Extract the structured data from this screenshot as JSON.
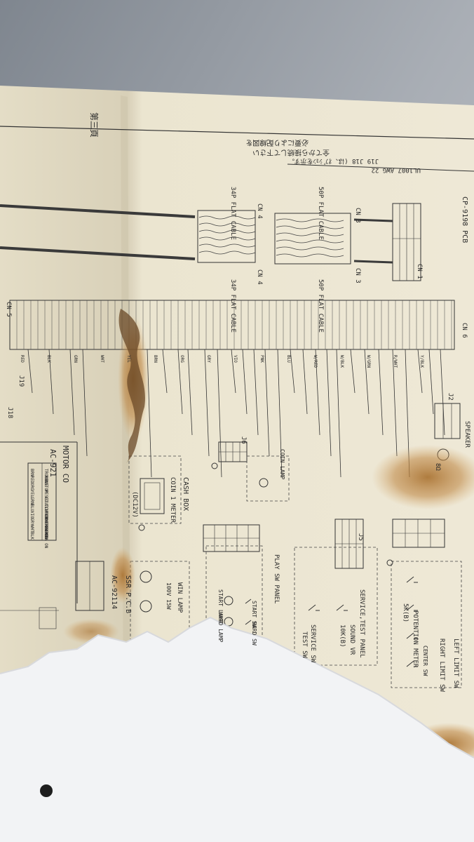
{
  "photo": {
    "subject": "photo of a folded wiring schematic sheet",
    "colors": {
      "background": "#9aa0a8",
      "paper": "#ece6d2",
      "ink": "#2b2b2b",
      "stain": "#b07a3a",
      "tear_paper": "#f2f3f5"
    }
  },
  "labels": {
    "pcb": "CP-9198 PCB",
    "cn3_top": "CN 3",
    "cn4_top": "CN 4",
    "cn3_bottom": "CN 3",
    "cn4_bottom": "CN 4",
    "cn1": "CN 1",
    "cn6": "CN 6",
    "cn5": "CN 5",
    "j19": "J19",
    "j18": "J18",
    "j6": "J6",
    "j5": "J5",
    "j2": "J2",
    "cable34_top": "34P FLAT CABLE",
    "cable50_top": "50P FLAT CABLE",
    "cable34_bottom": "34P FLAT CABLE",
    "cable50_bottom": "50P FLAT CABLE",
    "ul": "UL1007 AWG 22",
    "cash_box": "CASH BOX",
    "coin_meter": "COIN 1 METER",
    "dc12v": "(DC12V)",
    "coin_lamp": "COIN LAMP",
    "motor": "MOTOR CO",
    "ac921": "AC-921",
    "ssr": "SSR P.C.B",
    "ac92114": "AC-92114",
    "win_lamp": "WIN LAMP",
    "win_lamp_spec": "100V 15W",
    "play_sw": "PLAY SW PANEL",
    "start_sw": "START SW",
    "hard_sw": "HARD SW",
    "start_lamp": "START LAMP",
    "hard_lamp": "HARD LAMP",
    "service_panel": "SERVICE,TEST PANEL",
    "service_sw": "SERVICE SW",
    "test_sw": "TEST SW",
    "sound_vr": "SOUND VR",
    "sound_vr_spec": "10K(B)",
    "pot_meter": "POTENTION METER",
    "pot_spec": "5K(B)",
    "left_limit": "LEFT LIMIT SW",
    "right_limit": "RIGHT LIMIT SW",
    "center_sw": "CENTER SW",
    "speaker": "SPEAKER",
    "speaker_ohm": "8Ω",
    "jp_note1": "必要により配線図を",
    "jp_note2": "全てから接続して下さい",
    "jp_note3": "J19 J18 (は、ｵﾌﾟｼｮﾝを示す。",
    "jp_header": "第三頁",
    "wire_codes": [
      "RED",
      "BLK",
      "GRN",
      "WHT",
      "YEL",
      "BRN",
      "ORG",
      "GRY",
      "VIO",
      "PNK",
      "BLU",
      "W/RED",
      "W/BLK",
      "W/GRN",
      "R/WHT",
      "Y/BLK"
    ],
    "motor_rows": [
      "BRN",
      "RED",
      "ORG",
      "YEL",
      "GRN",
      "BLU",
      "VIO",
      "GRY",
      "WHT",
      "BLK"
    ],
    "motor_desc": [
      "TROUBLE",
      "RUN",
      "STOP",
      "RESET",
      "CLUTCH ON",
      "CLUTCH ERROR",
      "MOTOR CW ON",
      "MOTOR CCW ON",
      "C-GND",
      "+5V"
    ]
  }
}
